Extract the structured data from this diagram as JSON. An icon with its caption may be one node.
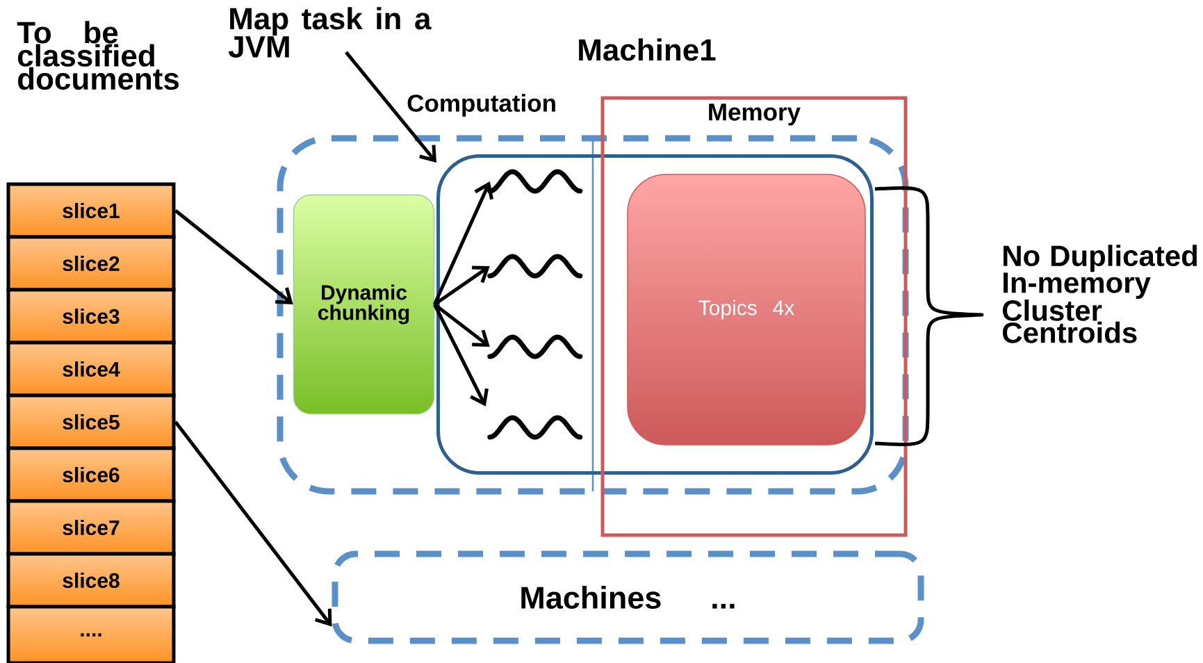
{
  "diagram": {
    "nodes": [
      {
        "text": [
          "slice1"
        ]
      },
      {
        "text": [
          "slice2"
        ]
      },
      {
        "text": [
          "slice3"
        ]
      },
      {
        "text": [
          "slice4"
        ]
      },
      {
        "text": [
          "slice5"
        ]
      },
      {
        "text": [
          "slice6"
        ]
      },
      {
        "text": [
          "slice7"
        ]
      },
      {
        "text": [
          "slice8"
        ]
      },
      {
        "text": [
          "...."
        ]
      },
      {
        "text": [
          "Map task in a JVM"
        ]
      },
      {
        "text": [
          "Memory"
        ]
      },
      {
        "text": [],
        "shape": "box"
      },
      {
        "text": [
          "Dynamic chunking"
        ],
        "in": 11
      },
      {
        "text": [],
        "shape": "box",
        "in": 11
      },
      {
        "text": [],
        "shape": "wave",
        "in": 13
      },
      {
        "text": [],
        "shape": "wave",
        "in": 13
      },
      {
        "text": [],
        "shape": "wave",
        "in": 13
      },
      {
        "text": [],
        "shape": "wave",
        "in": 13
      },
      {
        "text": [
          "Topics 4x"
        ]
      },
      {
        "text": [
          "Machines ..."
        ]
      }
    ],
    "edges": [
      {
        "from": 0,
        "to": 12,
        "arrow": "to"
      },
      {
        "from": 4,
        "to": 19,
        "arrow": "to"
      },
      {
        "from": 9,
        "to": 13,
        "arrow": "to"
      },
      {
        "from": 12,
        "to": 14,
        "arrow": "to"
      },
      {
        "from": 12,
        "to": 15,
        "arrow": "to"
      },
      {
        "from": 12,
        "to": 16,
        "arrow": "to"
      },
      {
        "from": 12,
        "to": 17,
        "arrow": "to"
      }
    ],
    "labels": [
      "To be classified documents",
      "Machine1",
      "Computation",
      "No Duplicated In-memory Cluster Centroids"
    ]
  }
}
